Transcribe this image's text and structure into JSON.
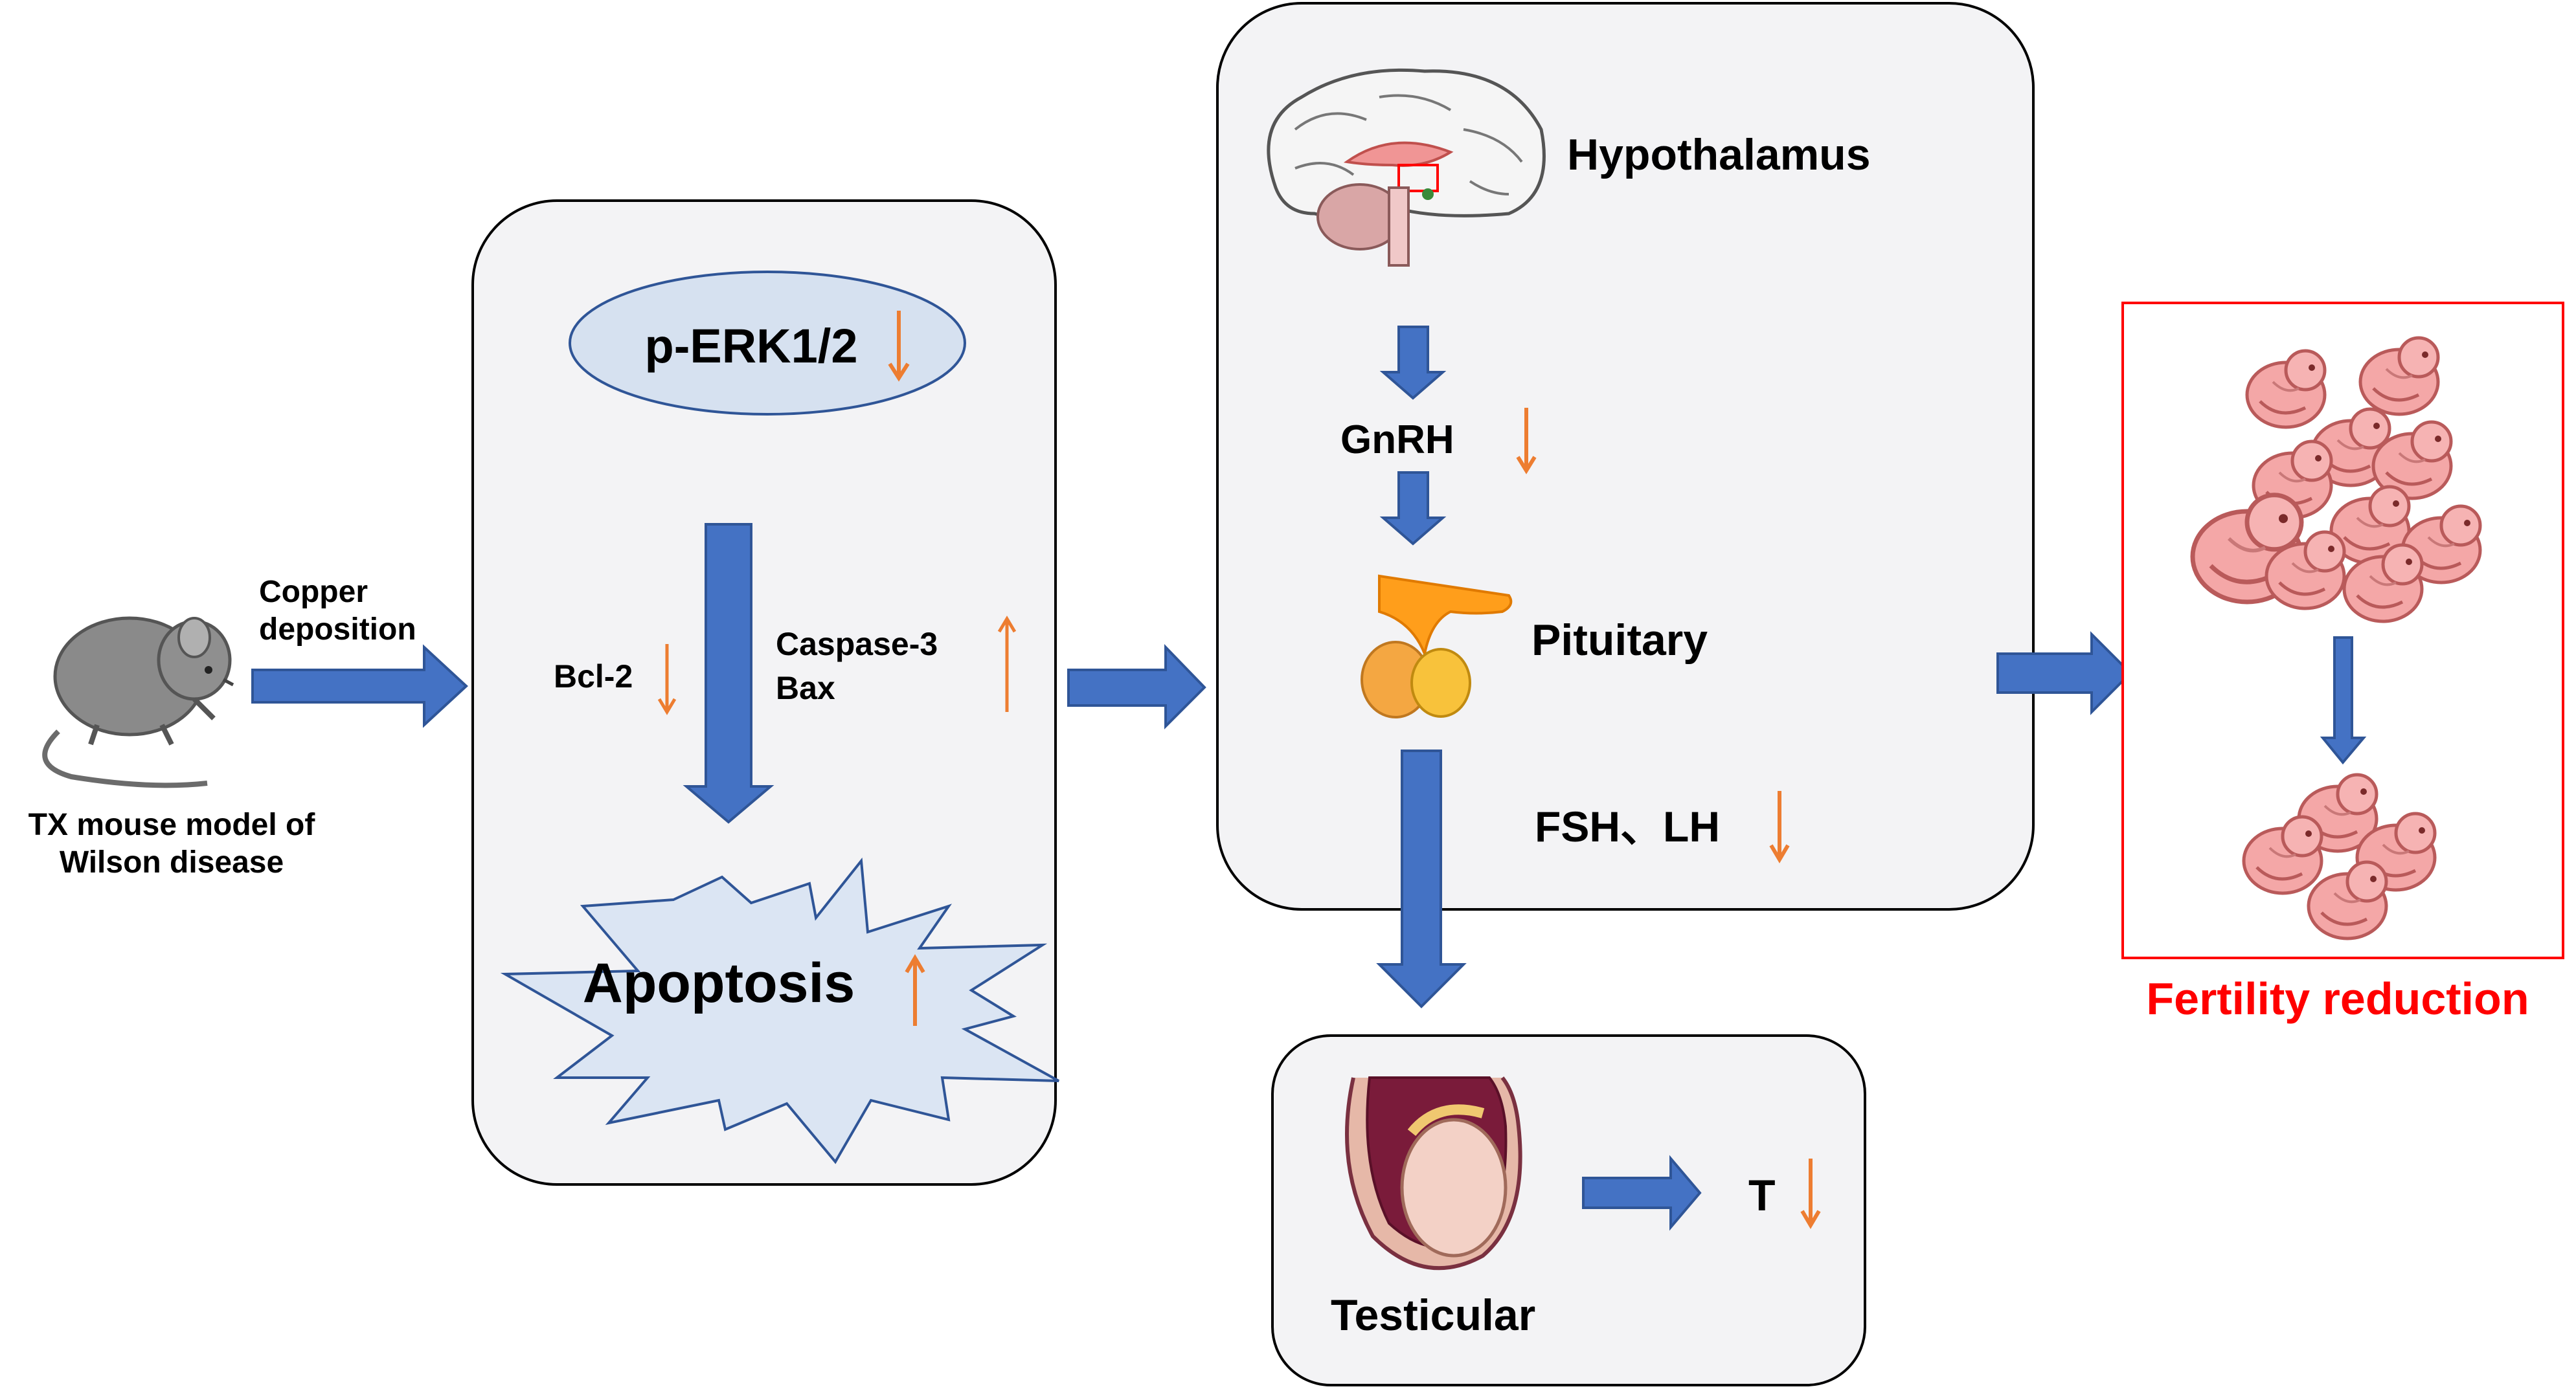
{
  "mouse_model": {
    "line1": "TX mouse model of",
    "line2": "Wilson disease"
  },
  "copper": {
    "line1": "Copper",
    "line2": "deposition"
  },
  "apoptosis_panel": {
    "perk": "p-ERK1/2",
    "bcl2": "Bcl-2",
    "caspase3": "Caspase-3",
    "bax": "Bax",
    "apoptosis": "Apoptosis"
  },
  "hpg_panel": {
    "hypothalamus": "Hypothalamus",
    "gnrh": "GnRH",
    "pituitary": "Pituitary",
    "fsh_lh": "FSH、LH"
  },
  "testis_panel": {
    "testicular": "Testicular",
    "t": "T"
  },
  "fertility": {
    "label": "Fertility reduction"
  },
  "colors": {
    "flow_arrow": "#4472c4",
    "change_arrow": "#ed7d31",
    "panel_fill": "#f3f3f5",
    "oval_fill": "#d6e1f0",
    "starburst_fill": "#dbe5f3",
    "outcome_border": "#ff0000",
    "pup_fill": "#f4a7a7"
  }
}
